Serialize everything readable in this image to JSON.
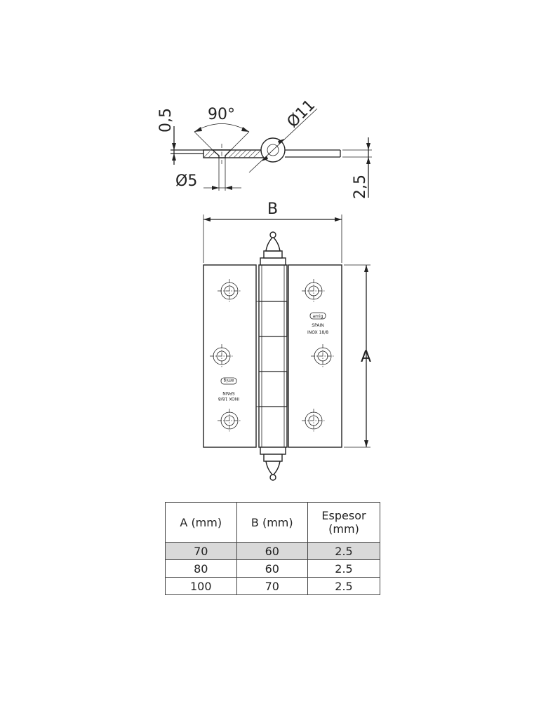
{
  "dimensions": {
    "thickness_label": "0,5",
    "angle_label": "90°",
    "pin_diameter_label": "Ø11",
    "screw_hole_label": "Ø5",
    "leaf_thickness_label": "2,5",
    "width_label": "B",
    "height_label": "A"
  },
  "stamp": {
    "brand": "amig",
    "origin": "SPAIN",
    "material": "INOX 18/8"
  },
  "table": {
    "headers": [
      "A (mm)",
      "B (mm)",
      "Espesor (mm)"
    ],
    "rows": [
      [
        "70",
        "60",
        "2.5"
      ],
      [
        "80",
        "60",
        "2.5"
      ],
      [
        "100",
        "70",
        "2.5"
      ]
    ]
  }
}
